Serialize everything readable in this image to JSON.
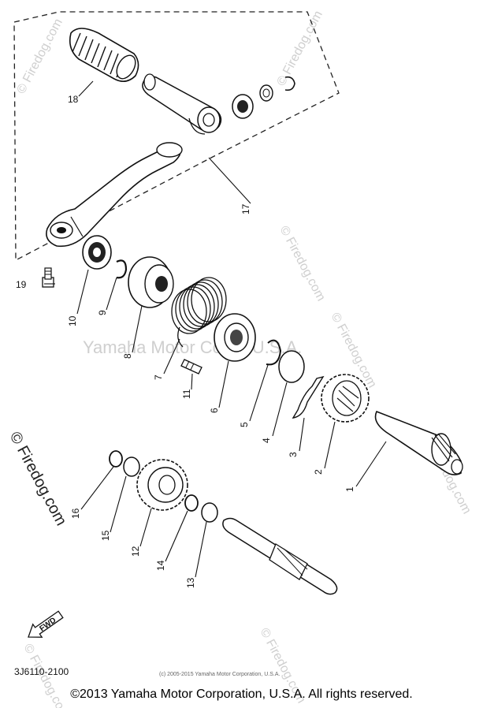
{
  "watermarks": {
    "brand": "© Firedog.com",
    "company": "Yamaha Motor Corp., U.S.A."
  },
  "part_numbers": [
    "1",
    "2",
    "3",
    "4",
    "5",
    "6",
    "7",
    "8",
    "9",
    "10",
    "11",
    "12",
    "13",
    "14",
    "15",
    "16",
    "17",
    "18",
    "19"
  ],
  "diagram_code": "3J6110-2100",
  "direction_label": "FWD",
  "small_copyright": "(c) 2005-2015 Yamaha Motor Corporation, U.S.A.",
  "footer": "©2013 Yamaha Motor Corporation, U.S.A. All rights reserved."
}
